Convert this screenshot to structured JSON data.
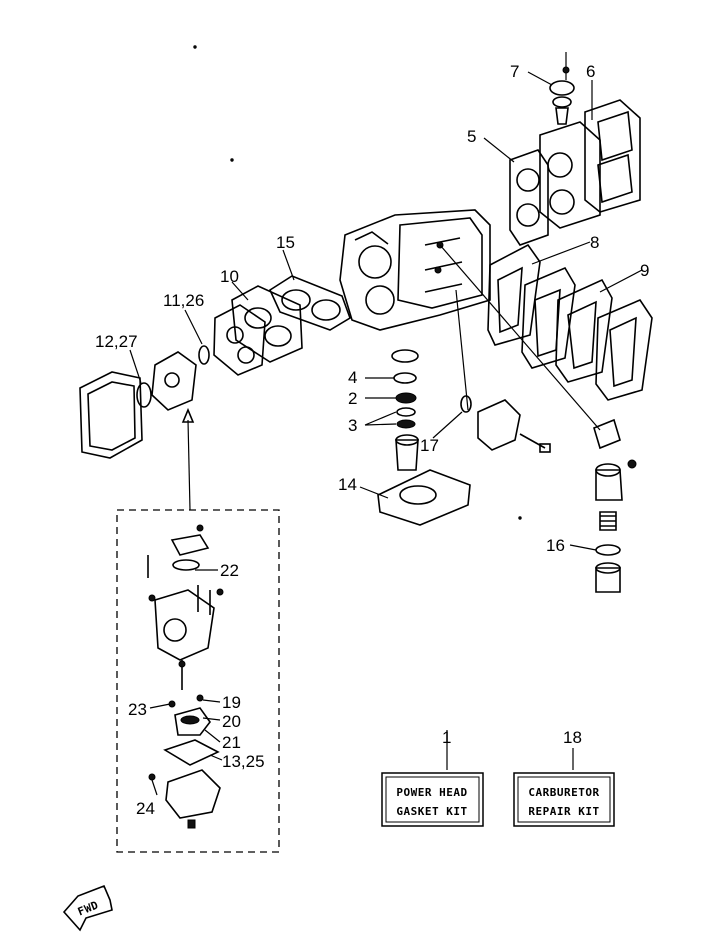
{
  "callouts": {
    "c1": "1",
    "c2": "2",
    "c3": "3",
    "c4": "4",
    "c5": "5",
    "c6": "6",
    "c7": "7",
    "c8": "8",
    "c9": "9",
    "c10": "10",
    "c11_26": "11,26",
    "c12_27": "12,27",
    "c13_25": "13,25",
    "c14": "14",
    "c15": "15",
    "c16": "16",
    "c17": "17",
    "c18": "18",
    "c19": "19",
    "c20": "20",
    "c21": "21",
    "c22": "22",
    "c23": "23",
    "c24": "24"
  },
  "kits": {
    "power_head": {
      "line1": "POWER HEAD",
      "line2": "GASKET KIT"
    },
    "carburetor": {
      "line1": "CARBURETOR",
      "line2": "REPAIR KIT"
    }
  },
  "fwd_label": "FWD"
}
